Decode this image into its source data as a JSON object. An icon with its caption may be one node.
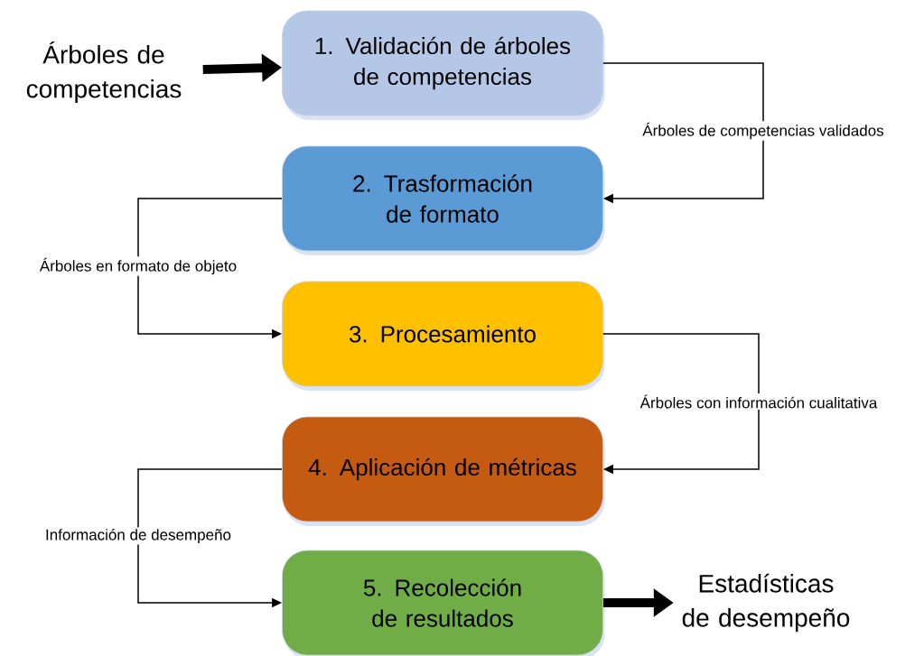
{
  "diagram": {
    "nodes": [
      {
        "text": [
          "Árboles de competencias"
        ]
      },
      {
        "text": [
          "1. Validación de árboles de competencias"
        ]
      },
      {
        "text": [
          "2. Trasformación de formato"
        ]
      },
      {
        "text": [
          "3. Procesamiento"
        ]
      },
      {
        "text": [
          "4. Aplicación de métricas"
        ]
      },
      {
        "text": [
          "5. Recolección de resultados"
        ]
      },
      {
        "text": [
          "Estadísticas de desempeño"
        ]
      }
    ],
    "edges": [
      {
        "from": 0,
        "to": 1,
        "arrow": "to",
        "style": "thick"
      },
      {
        "from": 1,
        "to": 2,
        "arrow": "to",
        "label": "Árboles de competencias validados"
      },
      {
        "from": 2,
        "to": 3,
        "arrow": "to",
        "label": "Árboles en formato de objeto"
      },
      {
        "from": 3,
        "to": 4,
        "arrow": "to",
        "label": "Árboles con información cualitativa"
      },
      {
        "from": 4,
        "to": 5,
        "arrow": "to",
        "label": "Información de desempeño"
      },
      {
        "from": 5,
        "to": 6,
        "arrow": "to",
        "style": "thick"
      }
    ]
  }
}
